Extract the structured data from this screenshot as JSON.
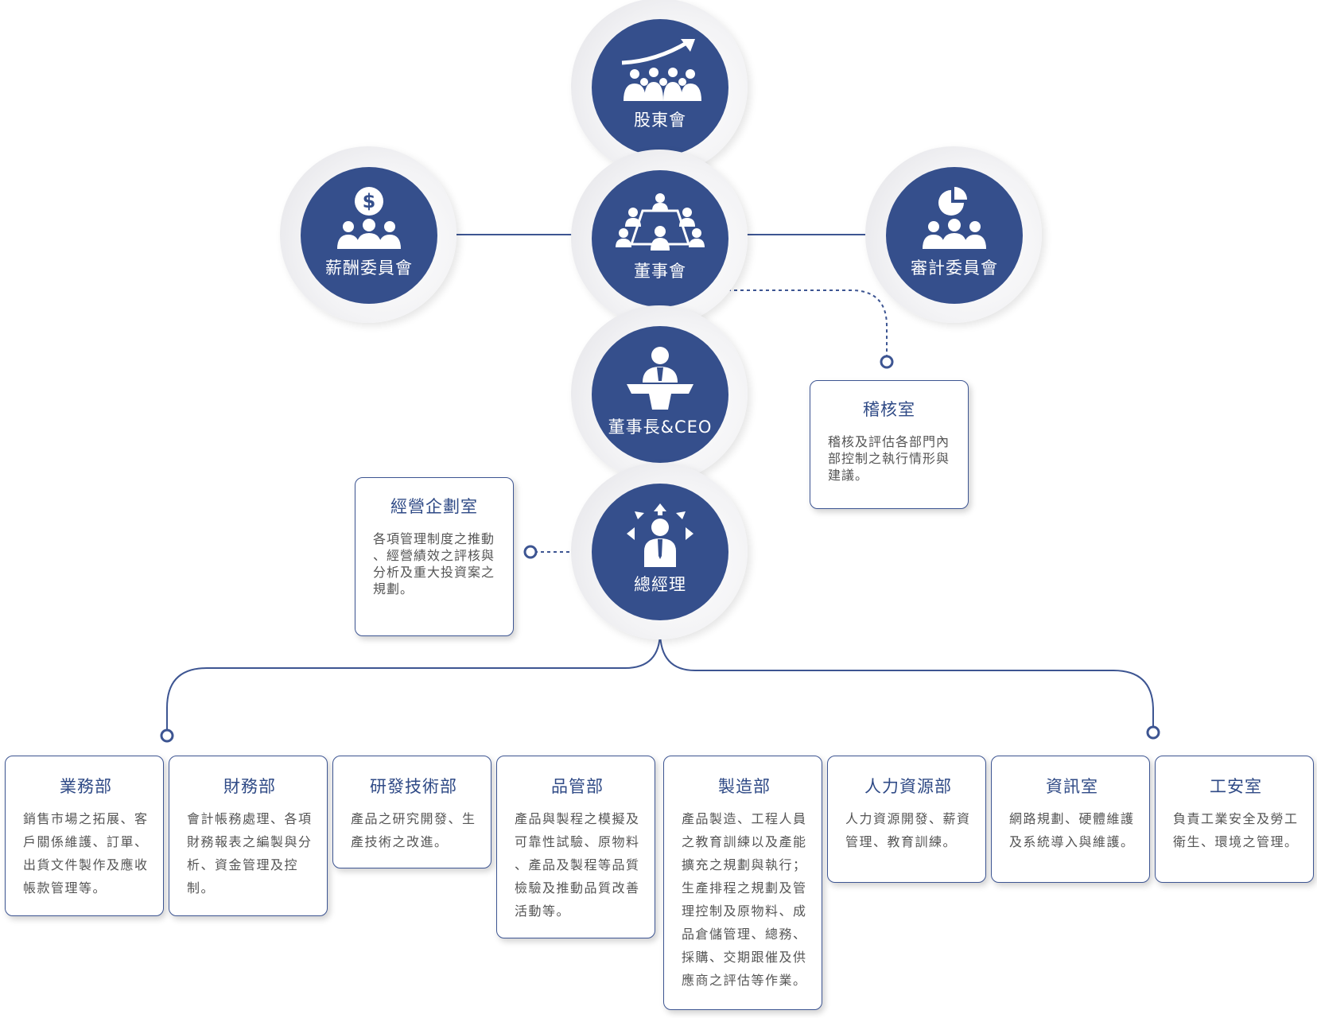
{
  "colors": {
    "primary": "#354f8c",
    "line": "#3d5592",
    "text": "#555555"
  },
  "nodes": {
    "shareholders": {
      "label": "股東會",
      "icon": "growth-chart-icon"
    },
    "board": {
      "label": "董事會",
      "icon": "meeting-table-icon"
    },
    "remuneration": {
      "label": "薪酬委員會",
      "icon": "dollar-group-icon"
    },
    "audit_committee": {
      "label": "審計委員會",
      "icon": "pie-chart-group-icon"
    },
    "chairman": {
      "label": "董事長&CEO",
      "icon": "podium-speaker-icon"
    },
    "gm": {
      "label": "總經理",
      "icon": "manager-arrows-icon"
    }
  },
  "side_cards": {
    "audit_office": {
      "title": "稽核室",
      "desc": [
        "稽核及評估各部門內",
        "部控制之執行情形與",
        "建議。"
      ]
    },
    "planning_office": {
      "title": "經營企劃室",
      "desc": [
        "各項管理制度之推動",
        "、經營績效之評核與",
        "分析及重大投資案之",
        "規劃。"
      ]
    }
  },
  "departments": [
    {
      "title": "業務部",
      "desc": [
        "銷售市場之拓展、客",
        "戶關係維護、訂單、",
        "出貨文件製作及應收",
        "帳款管理等。"
      ]
    },
    {
      "title": "財務部",
      "desc": [
        "會計帳務處理、各項",
        "財務報表之編製與分",
        "析、資金管理及控",
        "制。"
      ]
    },
    {
      "title": "研發技術部",
      "desc": [
        "產品之研究開發、生",
        "產技術之改進。"
      ]
    },
    {
      "title": "品管部",
      "desc": [
        "產品與製程之模擬及",
        "可靠性試驗、原物料",
        "、產品及製程等品質",
        "檢驗及推動品質改善",
        "活動等。"
      ]
    },
    {
      "title": "製造部",
      "desc": [
        "產品製造、工程人員",
        "之教育訓練以及產能",
        "擴充之規劃與執行；",
        "生產排程之規劃及管",
        "理控制及原物料、成",
        "品倉儲管理、總務、",
        "採購、交期跟催及供",
        "應商之評估等作業。"
      ]
    },
    {
      "title": "人力資源部",
      "desc": [
        "人力資源開發、薪資",
        "管理、教育訓練。"
      ]
    },
    {
      "title": "資訊室",
      "desc": [
        "網路規劃、硬體維護",
        "及系統導入與維護。"
      ]
    },
    {
      "title": "工安室",
      "desc": [
        "負責工業安全及勞工",
        "衛生、環境之管理。"
      ]
    }
  ]
}
